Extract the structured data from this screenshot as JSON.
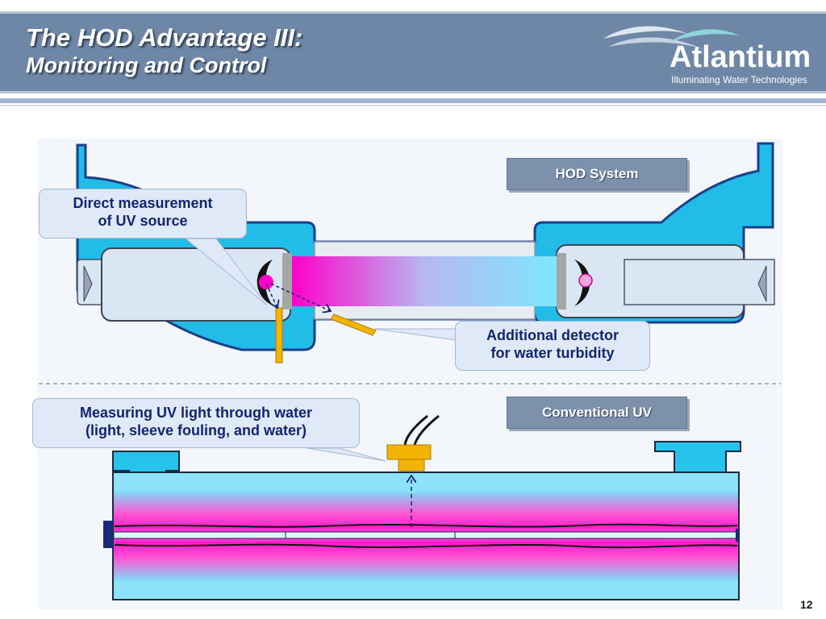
{
  "slide": {
    "title_line1": "The HOD Advantage III:",
    "title_line2": "Monitoring and Control",
    "page_number": "12"
  },
  "logo": {
    "name": "Atlantium",
    "tagline": "Illuminating Water Technologies"
  },
  "labels": {
    "hod_system": "HOD System",
    "conventional_uv": "Conventional UV",
    "direct_measurement_line1": "Direct measurement",
    "direct_measurement_line2": "of UV source",
    "additional_detector_line1": "Additional detector",
    "additional_detector_line2": "for water turbidity",
    "measuring_line1": "Measuring UV light through water",
    "measuring_line2": "(light, sleeve fouling, and water)"
  },
  "colors": {
    "title_band": "#6f87a6",
    "callout_text": "#13256e",
    "vessel_blue": "#2ec4e8",
    "uv_magenta": "#ff00cc",
    "sensor_orange": "#f2b400"
  }
}
